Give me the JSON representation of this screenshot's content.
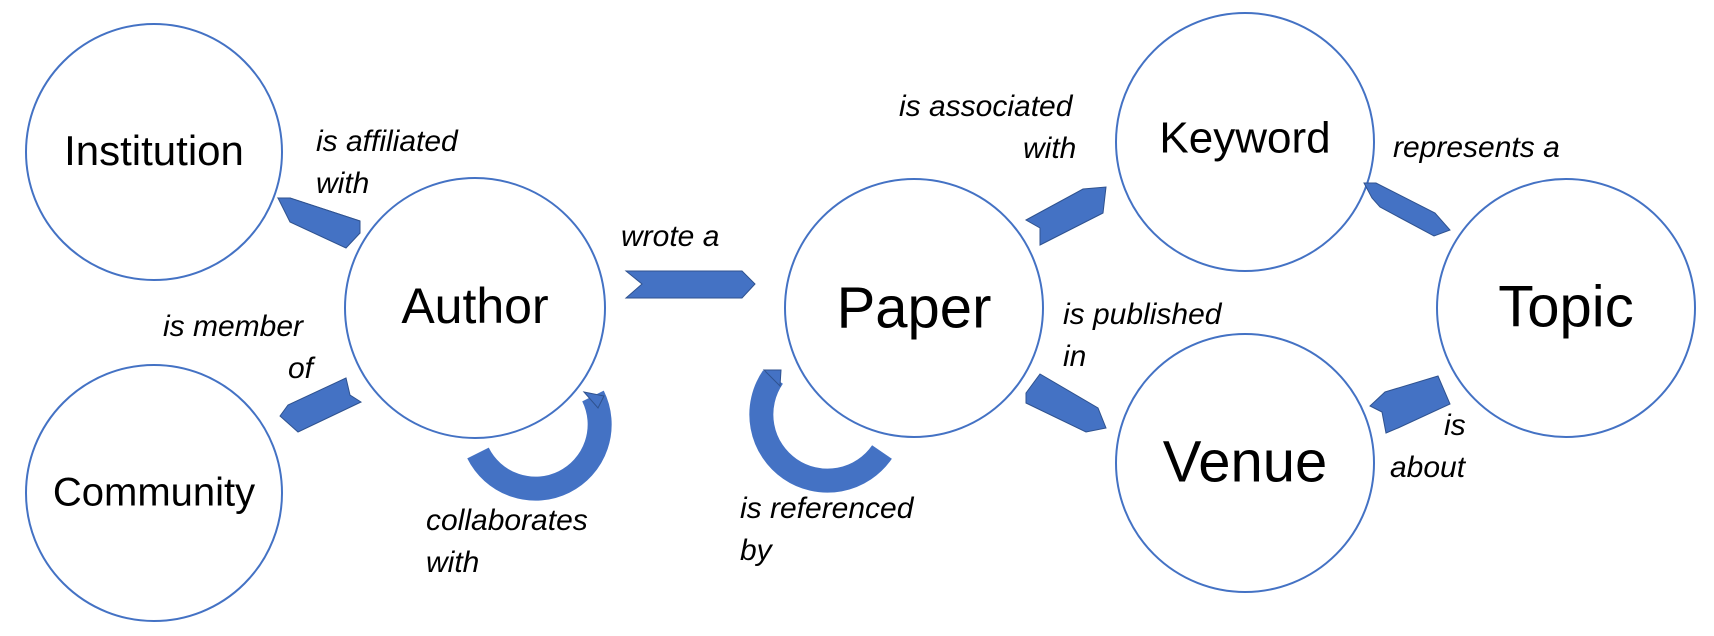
{
  "nodes": {
    "institution": "Institution",
    "community": "Community",
    "author": "Author",
    "paper": "Paper",
    "keyword": "Keyword",
    "venue": "Venue",
    "topic": "Topic"
  },
  "relations": {
    "is_affiliated_with": {
      "line1": "is affiliated",
      "line2": "with"
    },
    "is_member_of": {
      "line1": "is member",
      "line2": "of"
    },
    "collaborates_with": {
      "line1": "collaborates",
      "line2": "with"
    },
    "wrote_a": {
      "line1": "wrote a"
    },
    "is_referenced_by": {
      "line1": "is referenced",
      "line2": "by"
    },
    "is_associated_with": {
      "line1": "is associated",
      "line2": "with"
    },
    "is_published_in": {
      "line1": "is published",
      "line2": "in"
    },
    "represents_a": {
      "line1": "represents a"
    },
    "is_about": {
      "line1": "is",
      "line2": "about"
    }
  },
  "colors": {
    "node_stroke": "#4472C4",
    "arrow_fill": "#4472C4",
    "text": "#000000"
  }
}
